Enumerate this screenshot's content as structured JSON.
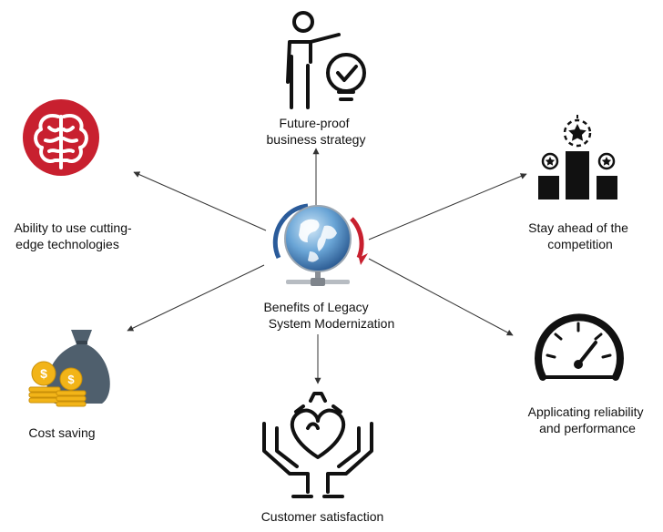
{
  "center": {
    "label_lines": [
      "Benefits of Legacy",
      "System Modernization"
    ],
    "icon": "globe-network-icon"
  },
  "benefits": [
    {
      "id": "future",
      "label_lines": [
        "Future-proof",
        "business strategy"
      ],
      "icon": "presenter-lightbulb-icon"
    },
    {
      "id": "ahead",
      "label_lines": [
        "Stay ahead of the",
        "competition"
      ],
      "icon": "podium-star-icon"
    },
    {
      "id": "reliability",
      "label_lines": [
        "Applicating reliability",
        "and performance"
      ],
      "icon": "speedometer-icon"
    },
    {
      "id": "customer",
      "label_lines": [
        "Customer satisfaction"
      ],
      "icon": "hands-heart-gear-icon"
    },
    {
      "id": "cost",
      "label_lines": [
        "Cost saving"
      ],
      "icon": "money-bag-coins-icon"
    },
    {
      "id": "tech",
      "label_lines": [
        "Ability to use cutting-",
        "edge technologies"
      ],
      "icon": "brain-icon"
    }
  ],
  "colors": {
    "brain_circle": "#c8202f",
    "money_bag": "#4f5f6d",
    "coin": "#f2b418",
    "globe": "#2f73b4",
    "arc_red": "#c8202f",
    "arc_blue": "#2a5b9a",
    "line": "#333333"
  }
}
